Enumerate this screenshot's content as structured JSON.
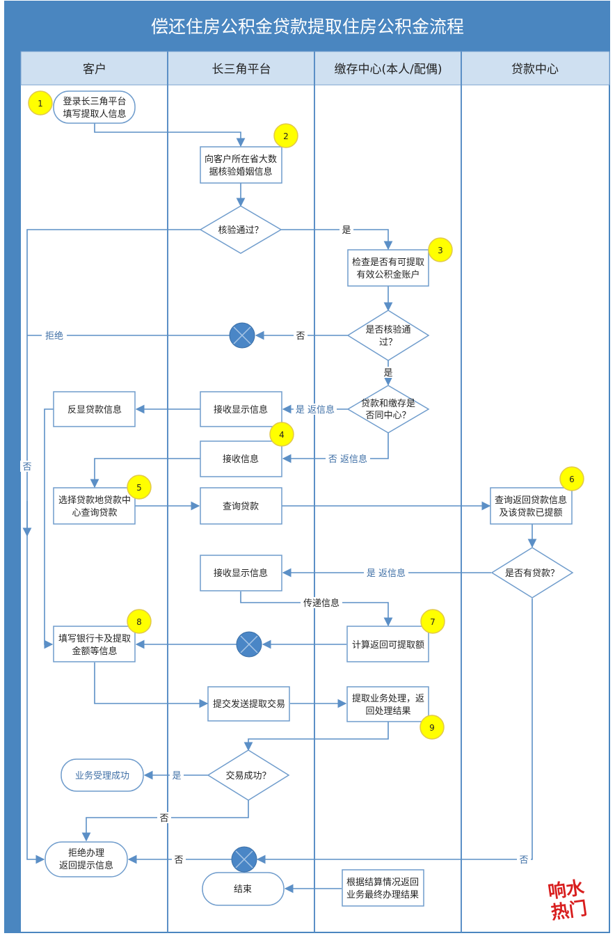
{
  "title": "偿还住房公积金贷款提取住房公积金流程",
  "lanes": [
    "客户",
    "长三角平台",
    "缴存中心(本人/配偶)",
    "贷款中心"
  ],
  "steps": [
    "1",
    "2",
    "3",
    "4",
    "5",
    "6",
    "7",
    "8",
    "9"
  ],
  "nodes": {
    "login": [
      "登录长三角平台",
      "填写提取人信息"
    ],
    "verify_marriage": [
      "向客户所在省大数",
      "据核验婚姻信息"
    ],
    "verify_pass": [
      "核验通过？"
    ],
    "check_account": [
      "检查是否有可提取",
      "有效公积金账户"
    ],
    "check_pass": [
      "是否核验通",
      "过？"
    ],
    "same_center": [
      "贷款和缴存是",
      "否同中心？"
    ],
    "show_loan_info": [
      "反显贷款信息"
    ],
    "recv_show_1": [
      "接收显示信息"
    ],
    "recv_info": [
      "接收信息"
    ],
    "select_center": [
      "选择贷款地贷款中",
      "心查询贷款"
    ],
    "query_loan": [
      "查询贷款"
    ],
    "query_return": [
      "查询返回贷款信息",
      "及该贷款已提额"
    ],
    "has_loan": [
      "是否有贷款？"
    ],
    "recv_show_2": [
      "接收显示信息"
    ],
    "calc_amount": [
      "计算返回可提取额"
    ],
    "fill_card": [
      "填写银行卡及提取",
      "金额等信息"
    ],
    "submit_tx": [
      "提交发送提取交易"
    ],
    "process": [
      "提取业务处理，返",
      "回处理结果"
    ],
    "tx_success": [
      "交易成功？"
    ],
    "accepted": [
      "业务受理成功"
    ],
    "reject": [
      "拒绝办理",
      "返回提示信息"
    ],
    "end": [
      "结束"
    ],
    "final_result": [
      "根据结算情况返回",
      "业务最终办理结果"
    ]
  },
  "edge_labels": {
    "yes": "是",
    "no": "否",
    "reject": "拒绝",
    "yes_return": "是 返信息",
    "no_return": "否 返信息",
    "yes_return2": "是 返信息",
    "pass_info": "传递信息"
  },
  "watermark": [
    "响水",
    "热门"
  ],
  "colors": {
    "header": "#4a86c0",
    "lane_header": "#cfe0f1",
    "line": "#5b8fc6",
    "box_border": "#6f9ccc",
    "badge": "#ffff00",
    "badge_border": "#e1c84a",
    "terminator_fill": "#4a86c6",
    "accent_text": "#3f6fa6"
  }
}
